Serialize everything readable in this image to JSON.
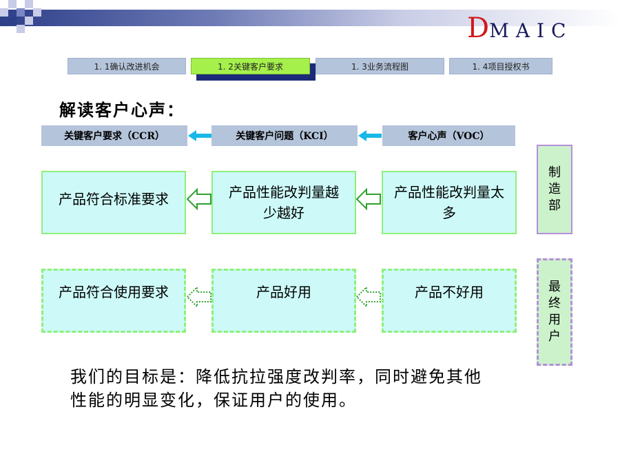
{
  "logo": {
    "d": "D",
    "rest": "MAIC"
  },
  "tabs": [
    {
      "label": "1. 1确认改进机会"
    },
    {
      "label": "1. 2关键客户要求"
    },
    {
      "label": "1. 3业务流程图"
    },
    {
      "label": "1. 4项目授权书"
    }
  ],
  "section_title": "解读客户心声：",
  "headers": {
    "ccr": "关键客户要求（CCR）",
    "kci": "关键客户问题（KCI）",
    "voc": "客户心声（VOC）"
  },
  "row1": {
    "ccr": "产品符合标准要求",
    "kci": "产品性能改判量越少越好",
    "voc": "产品性能改判量太多",
    "side": "制造部"
  },
  "row2": {
    "ccr": "产品符合使用要求",
    "kci": "产品好用",
    "voc": "产品不好用",
    "side": "最终用户"
  },
  "goal": "我们的目标是：降低抗拉强度改判率，同时避免其他性能的明显变化，保证用户的使用。",
  "colors": {
    "tab": "#b4c4da",
    "tab_active": "#a6f04c",
    "box_fill": "#cdfaf8",
    "box_border": "#8ef07a",
    "side_fill": "#ccf2cc",
    "side_border": "#b58fd8",
    "arrow_blue": "#18b8e8",
    "logo_d": "#d01818"
  }
}
